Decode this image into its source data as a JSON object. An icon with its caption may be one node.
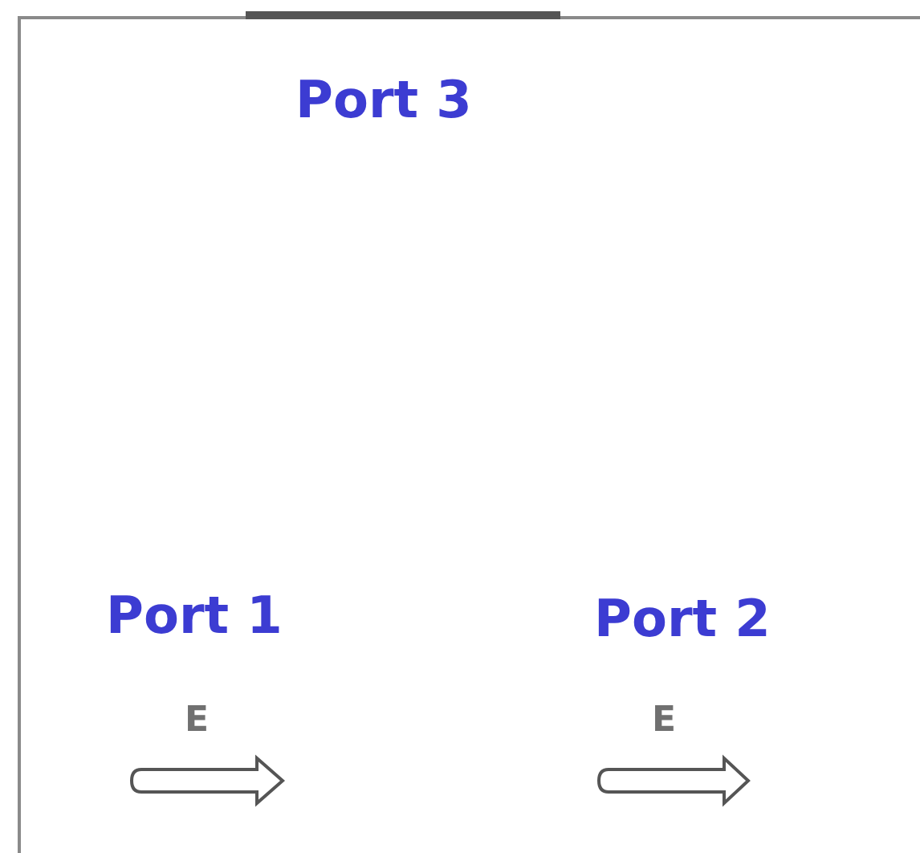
{
  "diagram": {
    "labels": [
      "Port 3",
      "Port 1",
      "Port 2",
      "E",
      "E"
    ]
  }
}
